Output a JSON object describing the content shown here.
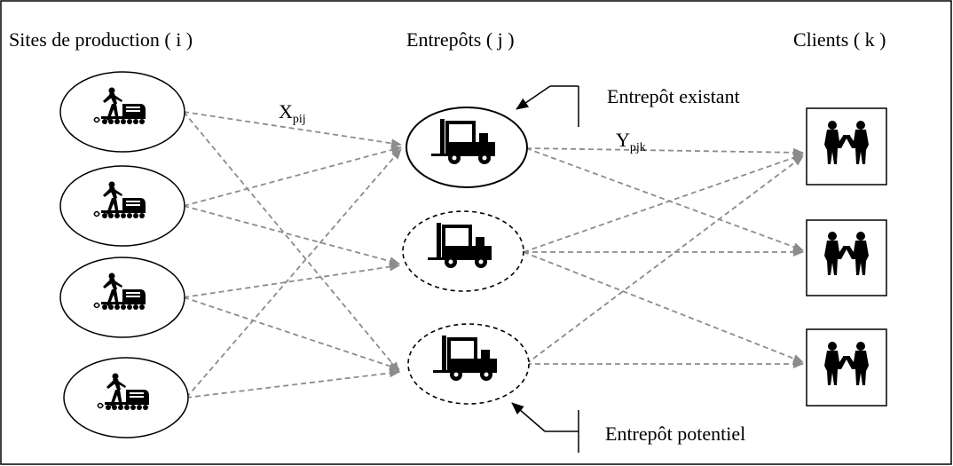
{
  "headers": {
    "production": "Sites de production ( i )",
    "warehouses": "Entrepôts ( j )",
    "clients": "Clients ( k )"
  },
  "variables": {
    "x_main": "X",
    "x_sub": "pij",
    "y_main": "Y",
    "y_sub": "pjk"
  },
  "callouts": {
    "existing": "Entrepôt existant",
    "potential": "Entrepôt potentiel"
  },
  "colors": {
    "arrow": "#8c8c8c",
    "line": "#000000",
    "background": "#ffffff"
  }
}
